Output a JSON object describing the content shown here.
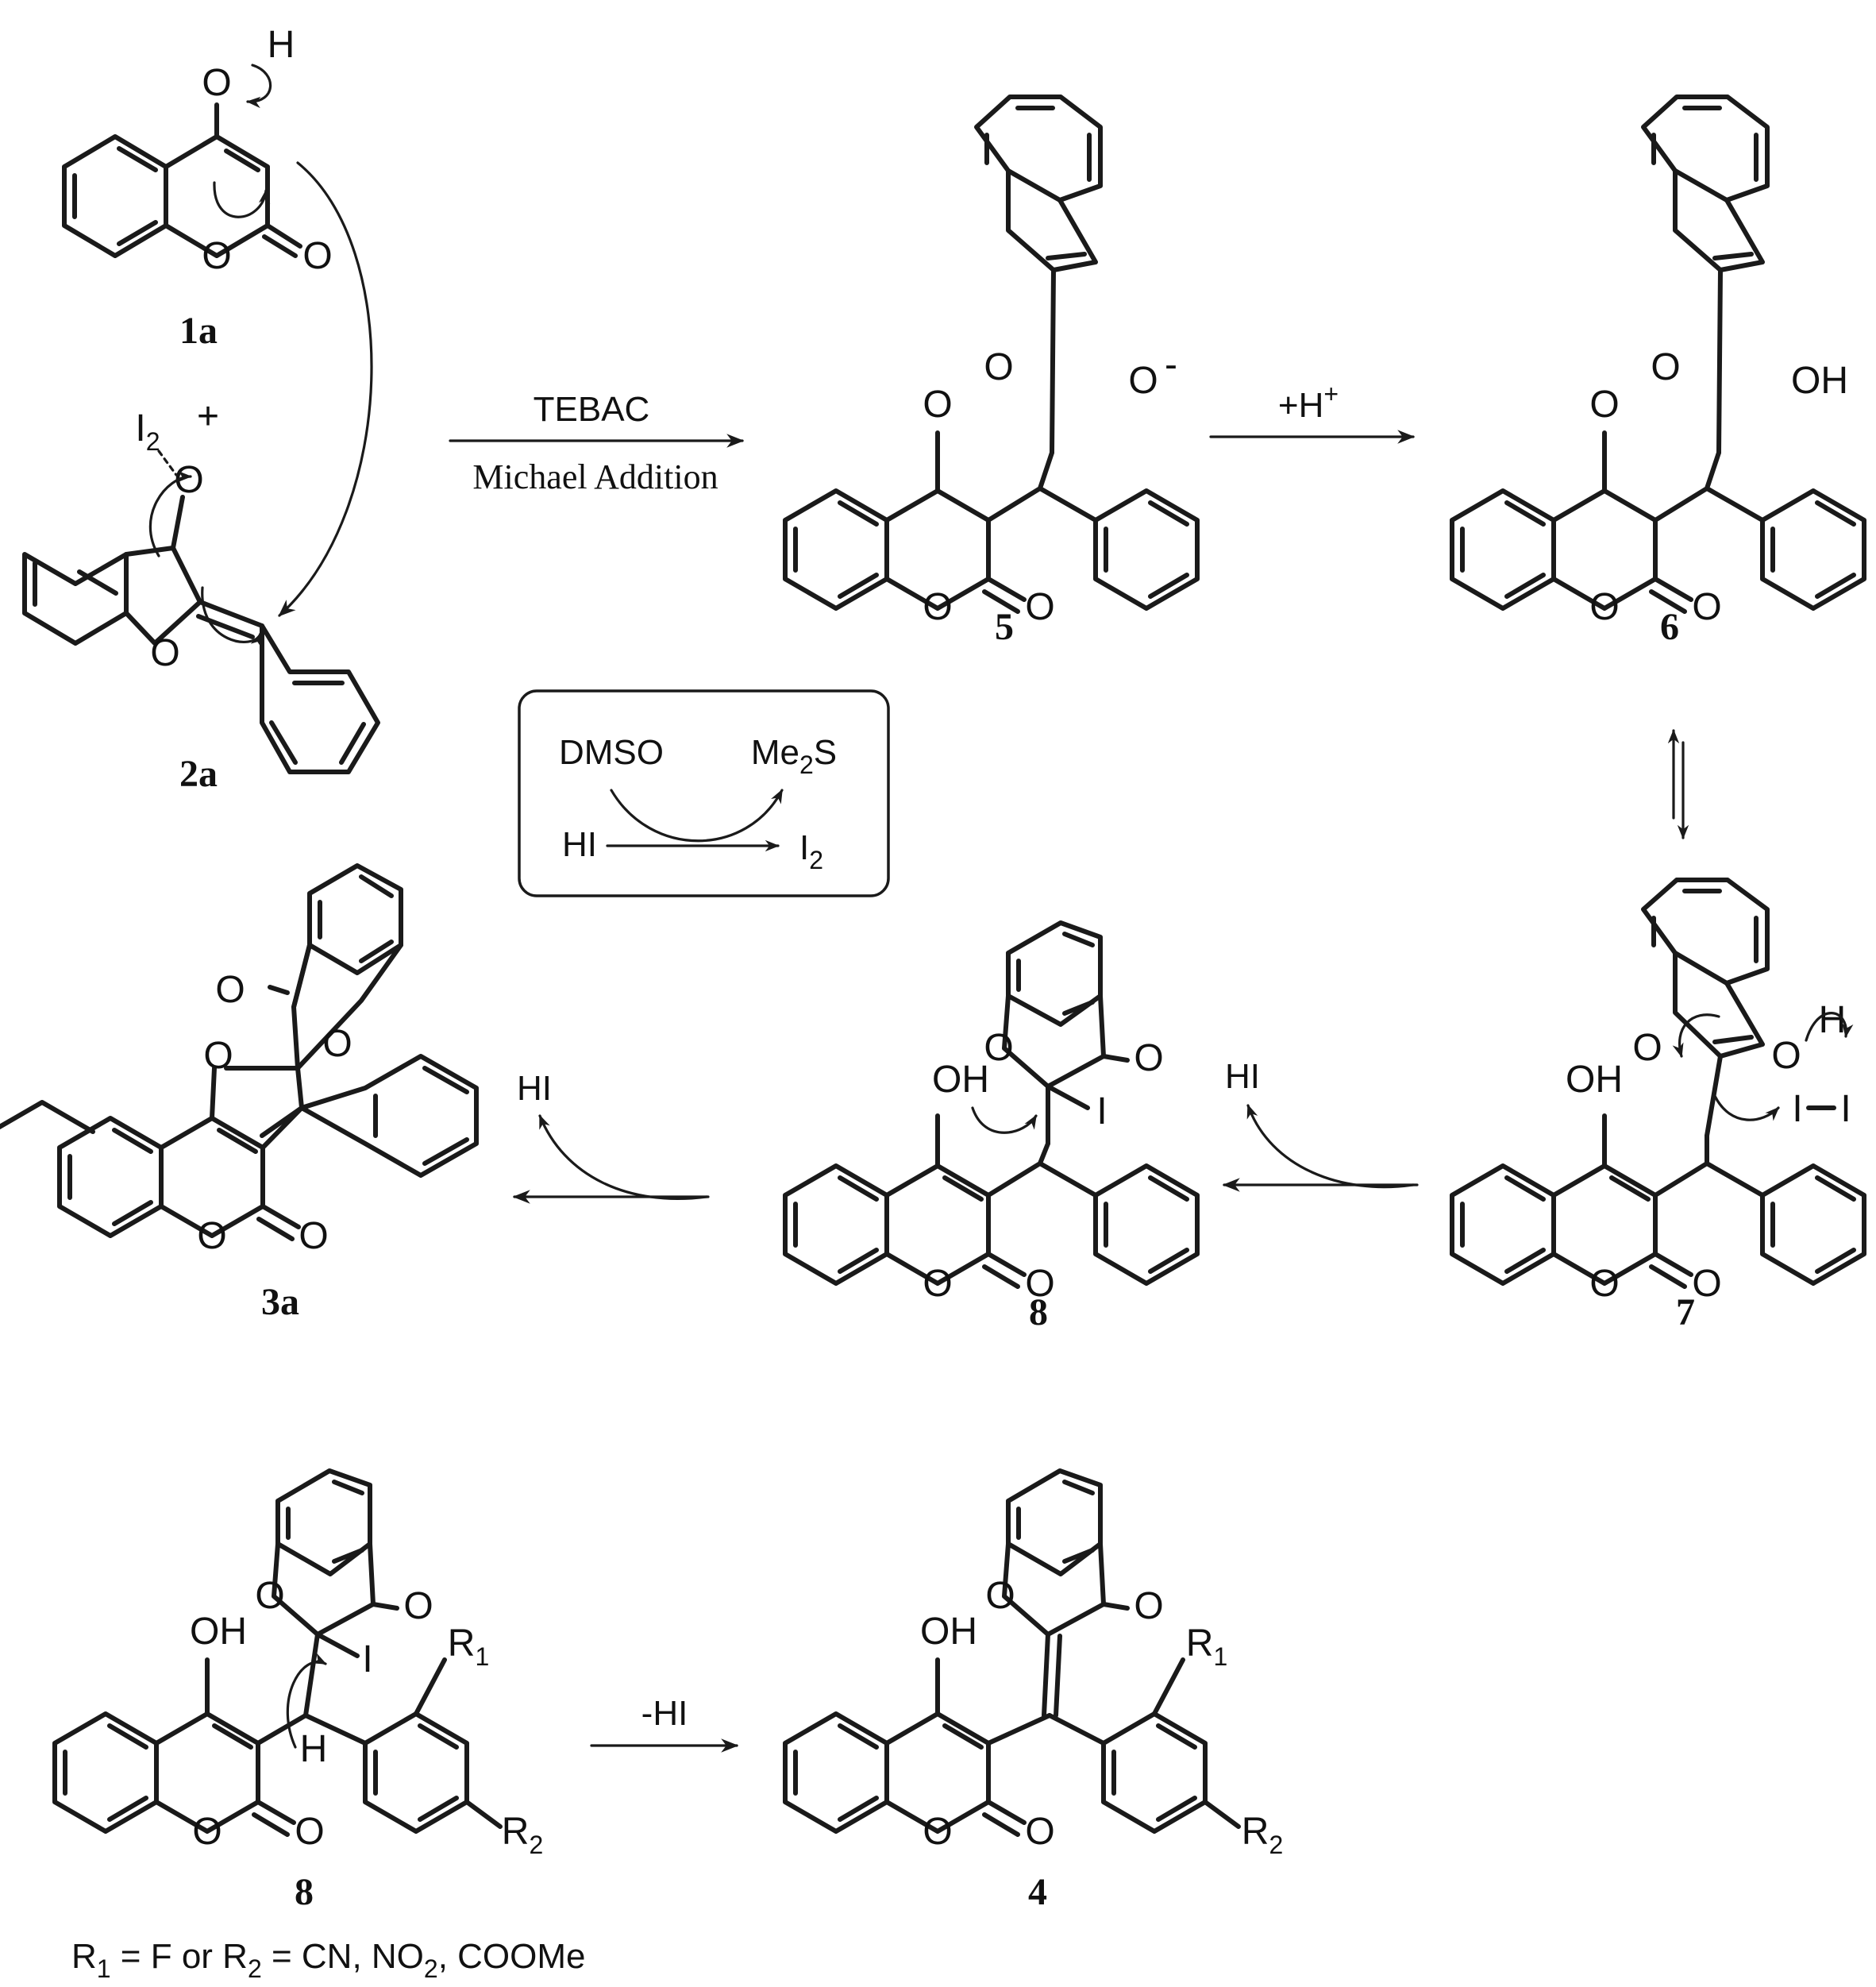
{
  "compounds": {
    "c1a": "1a",
    "c2a": "2a",
    "c5": "5",
    "c6": "6",
    "c7": "7",
    "c8": "8",
    "c3a": "3a",
    "c8b": "8",
    "c4": "4"
  },
  "conditions": {
    "tebac": "TEBAC",
    "michael": "Michael Addition",
    "proton": "+H",
    "proton_sup": "+",
    "hi_a": "HI",
    "hi_b": "HI",
    "minus_hi": "-HI"
  },
  "cycle_box": {
    "dmso": "DMSO",
    "me2s_me": "Me",
    "me2s_sub": "2",
    "me2s_s": "S",
    "hi": "HI",
    "i2_i": "I",
    "i2_sub": "2"
  },
  "atoms": {
    "O": "O",
    "H": "H",
    "OH": "OH",
    "I": "I",
    "R": "R",
    "sub1": "1",
    "sub2": "2",
    "minus": "-",
    "plus": "+"
  },
  "footnote": {
    "r1": "R",
    "r1_sub": "1",
    "part_a": " = F or R",
    "r2_sub": "2",
    "part_b": " = CN, NO",
    "no2_sub": "2",
    "part_c": ", COOMe"
  }
}
